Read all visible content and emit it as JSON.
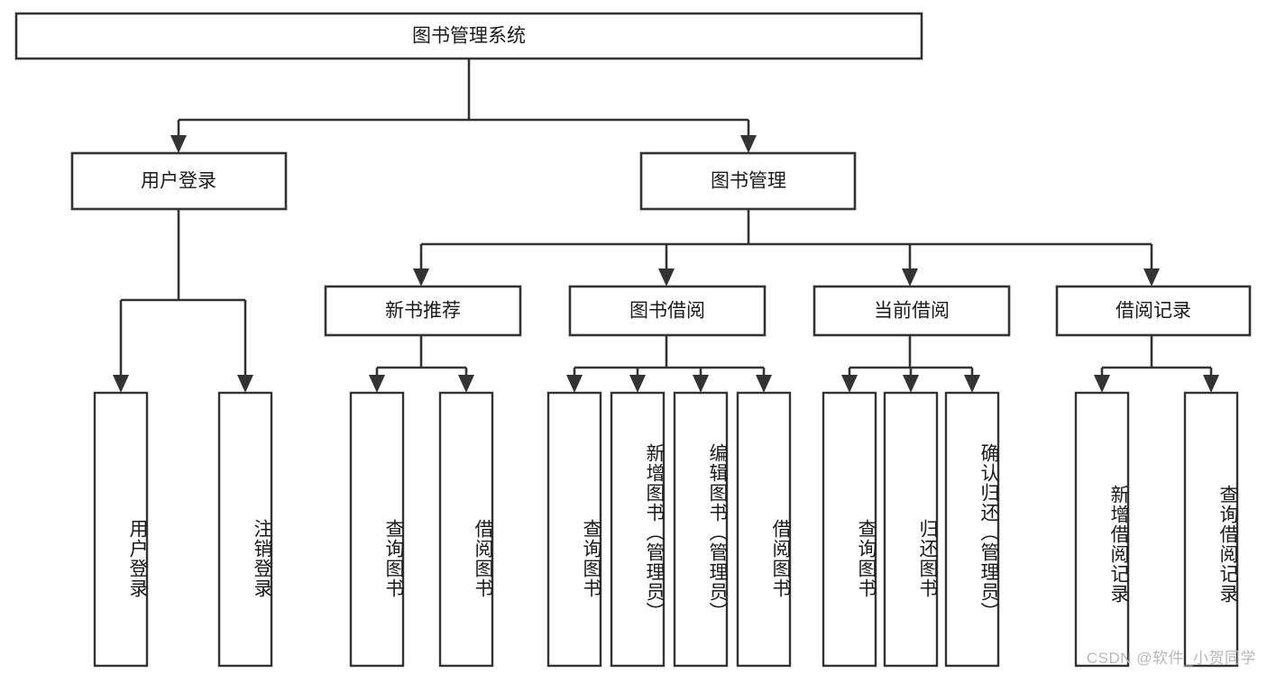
{
  "diagram": {
    "type": "tree-hierarchy",
    "title": "图书管理系统",
    "orientation": "top-down",
    "watermark": "CSDN @软件_小贺同学",
    "colors": {
      "stroke": "#333333",
      "box_fill": "#ffffff",
      "text": "#1a1a1a",
      "background": "#ffffff",
      "watermark": "#b8b8b8"
    },
    "levels": {
      "root": "图书管理系统",
      "level2": [
        "用户登录",
        "图书管理"
      ],
      "level3": [
        "新书推荐",
        "图书借阅",
        "当前借阅",
        "借阅记录"
      ],
      "leaves": [
        "用户登录",
        "注销登录",
        "查询图书",
        "借阅图书",
        "查询图书",
        "新增图书（管理员）",
        "编辑图书（管理员）",
        "借阅图书",
        "查询图书",
        "归还图书",
        "确认归还（管理员）",
        "新增借阅记录",
        "查询借阅记录"
      ]
    },
    "nodes": {
      "root": {
        "label": "图书管理系统"
      },
      "user_login": {
        "label": "用户登录"
      },
      "book_manage": {
        "label": "图书管理"
      },
      "new_book_rec": {
        "label": "新书推荐"
      },
      "book_borrow": {
        "label": "图书借阅"
      },
      "current_borrow": {
        "label": "当前借阅"
      },
      "borrow_record": {
        "label": "借阅记录"
      },
      "leaf_user_login": {
        "label": "用户登录"
      },
      "leaf_logout": {
        "label": "注销登录"
      },
      "leaf_query_book_1": {
        "label": "查询图书"
      },
      "leaf_borrow_book_1": {
        "label": "借阅图书"
      },
      "leaf_query_book_2": {
        "label": "查询图书"
      },
      "leaf_add_book_admin": {
        "label": "新增图书（管理员）"
      },
      "leaf_edit_book_admin": {
        "label": "编辑图书（管理员）"
      },
      "leaf_borrow_book_2": {
        "label": "借阅图书"
      },
      "leaf_query_book_3": {
        "label": "查询图书"
      },
      "leaf_return_book": {
        "label": "归还图书"
      },
      "leaf_confirm_return_admin": {
        "label": "确认归还（管理员）"
      },
      "leaf_add_borrow_record": {
        "label": "新增借阅记录"
      },
      "leaf_query_borrow_record": {
        "label": "查询借阅记录"
      }
    },
    "edges": [
      {
        "from": "root",
        "to": "user_login"
      },
      {
        "from": "root",
        "to": "book_manage"
      },
      {
        "from": "user_login",
        "to": "leaf_user_login"
      },
      {
        "from": "user_login",
        "to": "leaf_logout"
      },
      {
        "from": "book_manage",
        "to": "new_book_rec"
      },
      {
        "from": "book_manage",
        "to": "book_borrow"
      },
      {
        "from": "book_manage",
        "to": "current_borrow"
      },
      {
        "from": "book_manage",
        "to": "borrow_record"
      },
      {
        "from": "new_book_rec",
        "to": "leaf_query_book_1"
      },
      {
        "from": "new_book_rec",
        "to": "leaf_borrow_book_1"
      },
      {
        "from": "book_borrow",
        "to": "leaf_query_book_2"
      },
      {
        "from": "book_borrow",
        "to": "leaf_add_book_admin"
      },
      {
        "from": "book_borrow",
        "to": "leaf_edit_book_admin"
      },
      {
        "from": "book_borrow",
        "to": "leaf_borrow_book_2"
      },
      {
        "from": "current_borrow",
        "to": "leaf_query_book_3"
      },
      {
        "from": "current_borrow",
        "to": "leaf_return_book"
      },
      {
        "from": "current_borrow",
        "to": "leaf_confirm_return_admin"
      },
      {
        "from": "borrow_record",
        "to": "leaf_add_borrow_record"
      },
      {
        "from": "borrow_record",
        "to": "leaf_query_borrow_record"
      }
    ]
  }
}
